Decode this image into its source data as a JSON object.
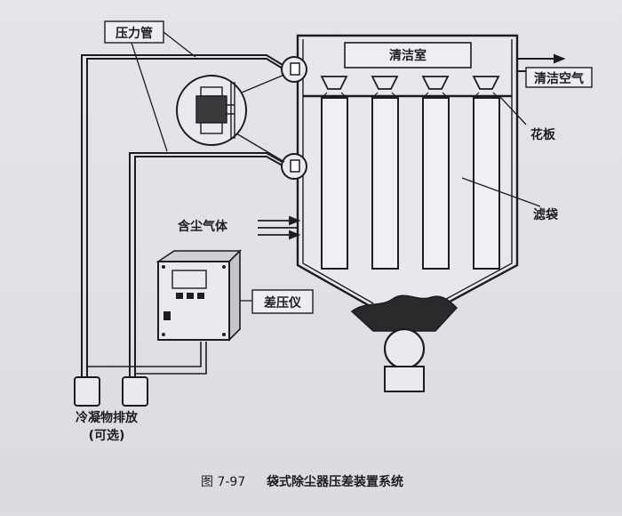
{
  "labels": {
    "pressure_tube": "压力管",
    "clean_room": "清洁室",
    "clean_air": "清洁空气",
    "tube_sheet": "花板",
    "filter_bag": "滤袋",
    "dusty_gas": "含尘气体",
    "diff_pressure_gauge": "差压仪",
    "condensate_drain": "冷凝物排放",
    "optional": "(可选)"
  },
  "caption": {
    "number": "图 7-97",
    "title": "袋式除尘器压差装置系统"
  },
  "colors": {
    "line": "#1d1d1f",
    "fill_light": "#e8eaee",
    "fill_dark": "#2a2a2c"
  }
}
